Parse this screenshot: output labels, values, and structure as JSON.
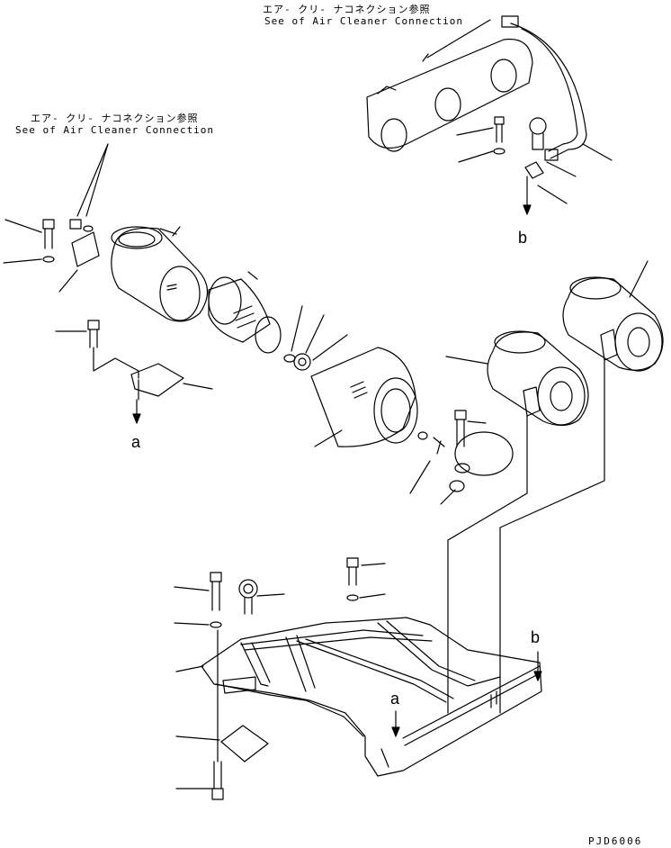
{
  "notes": {
    "top_ref_jp": "エア- クリ- ナコネクション参照",
    "top_ref_en": "See of Air Cleaner Connection",
    "left_ref_jp": "エア- クリ- ナコネクション参照",
    "left_ref_en": "See of Air Cleaner Connection"
  },
  "markers": {
    "b_top": "b",
    "a_left": "a",
    "a_bottom": "a",
    "b_bottom": "b"
  },
  "drawing_code": "PJD6006"
}
